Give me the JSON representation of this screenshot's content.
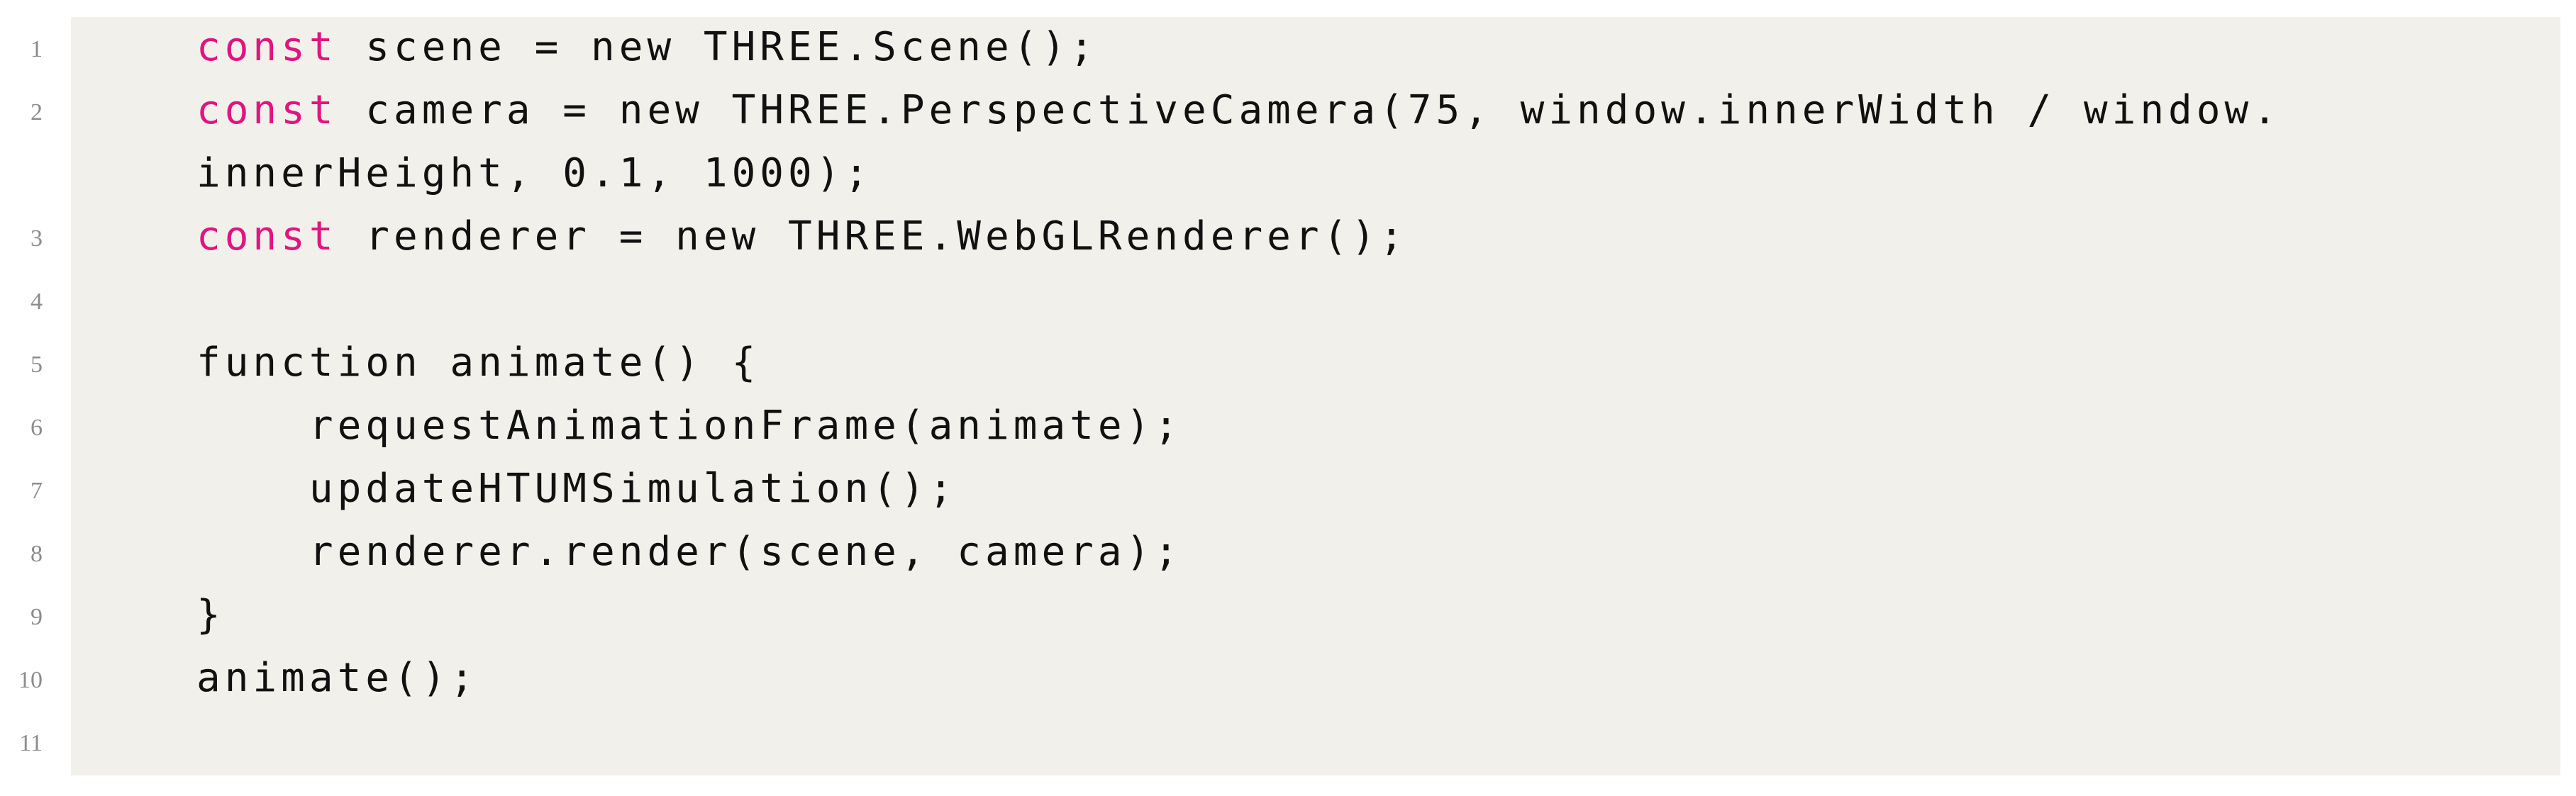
{
  "code_listing": {
    "lines": [
      {
        "number": "1",
        "keyword": "const",
        "text": " scene = new THREE.Scene();",
        "indent": ""
      },
      {
        "number": "2",
        "keyword": "const",
        "text": " camera = new THREE.PerspectiveCamera(75, window.innerWidth / window.",
        "indent": ""
      },
      {
        "number": "",
        "keyword": "",
        "text": "innerHeight, 0.1, 1000);",
        "indent": ""
      },
      {
        "number": "3",
        "keyword": "const",
        "text": " renderer = new THREE.WebGLRenderer();",
        "indent": ""
      },
      {
        "number": "4",
        "keyword": "",
        "text": "",
        "indent": ""
      },
      {
        "number": "5",
        "keyword": "",
        "text": "function animate() {",
        "indent": ""
      },
      {
        "number": "6",
        "keyword": "",
        "text": "requestAnimationFrame(animate);",
        "indent": "    "
      },
      {
        "number": "7",
        "keyword": "",
        "text": "updateHTUMSimulation();",
        "indent": "    "
      },
      {
        "number": "8",
        "keyword": "",
        "text": "renderer.render(scene, camera);",
        "indent": "    "
      },
      {
        "number": "9",
        "keyword": "",
        "text": "}",
        "indent": ""
      },
      {
        "number": "10",
        "keyword": "",
        "text": "animate();",
        "indent": ""
      },
      {
        "number": "11",
        "keyword": "",
        "text": "",
        "indent": ""
      }
    ]
  },
  "colors": {
    "background": "#f1f0ea",
    "keyword": "#e0157f",
    "text": "#111111",
    "line_number": "#8c8c8c"
  }
}
